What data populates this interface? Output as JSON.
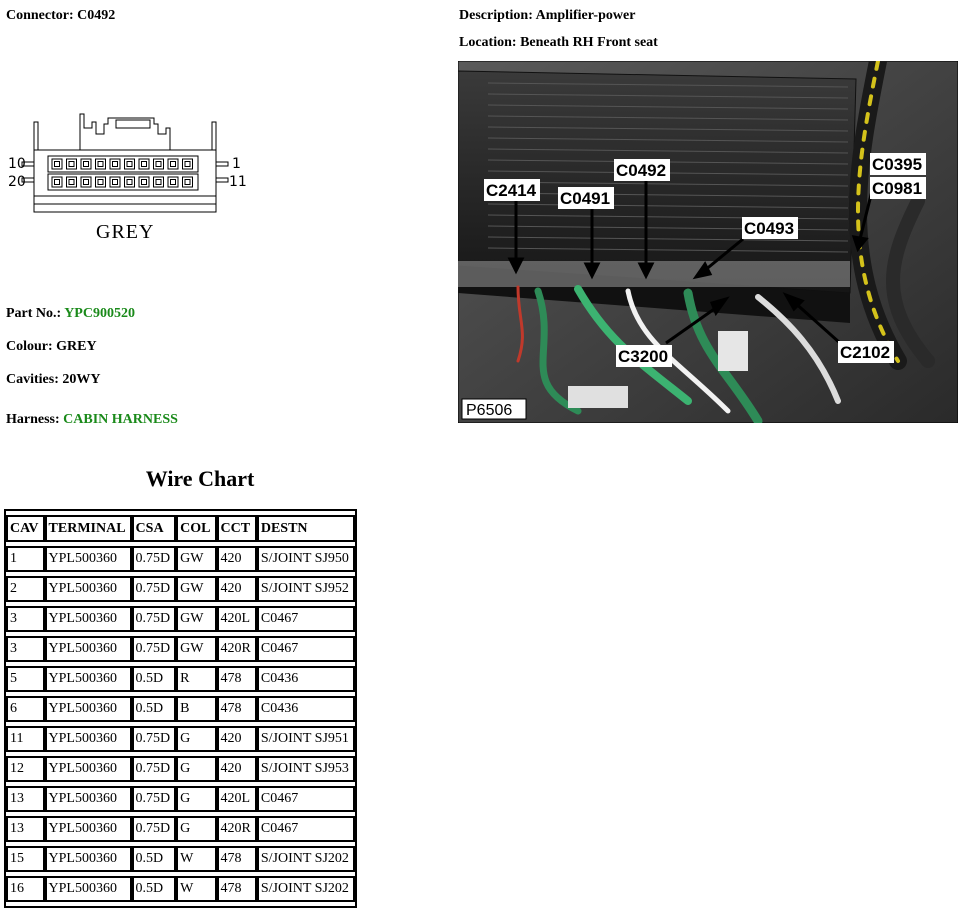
{
  "connector": {
    "label": "Connector:",
    "value": "C0492"
  },
  "description": {
    "label": "Description:",
    "value": "Amplifier-power"
  },
  "location": {
    "label": "Location:",
    "value": "Beneath RH Front seat"
  },
  "part_no": {
    "label": "Part No.:",
    "value": "YPC900520"
  },
  "colour": {
    "label": "Colour:",
    "value": "GREY"
  },
  "cavities": {
    "label": "Cavities:",
    "value": "20WY"
  },
  "harness": {
    "label": "Harness:",
    "value": "CABIN HARNESS"
  },
  "diagram": {
    "pin_top_left": "10",
    "pin_top_right": "1",
    "pin_bottom_left": "20",
    "pin_bottom_right": "11",
    "colour_caption": "GREY"
  },
  "photo": {
    "callouts": [
      "C2414",
      "C0491",
      "C0492",
      "C0493",
      "C0395",
      "C0981",
      "C3200",
      "C2102"
    ],
    "ref": "P6506"
  },
  "wire_chart": {
    "title": "Wire Chart",
    "headers": [
      "CAV",
      "TERMINAL",
      "CSA",
      "COL",
      "CCT",
      "DESTN"
    ],
    "rows": [
      [
        "1",
        "YPL500360",
        "0.75D",
        "GW",
        "420",
        "S/JOINT SJ950"
      ],
      [
        "2",
        "YPL500360",
        "0.75D",
        "GW",
        "420",
        "S/JOINT SJ952"
      ],
      [
        "3",
        "YPL500360",
        "0.75D",
        "GW",
        "420L",
        "C0467"
      ],
      [
        "3",
        "YPL500360",
        "0.75D",
        "GW",
        "420R",
        "C0467"
      ],
      [
        "5",
        "YPL500360",
        "0.5D",
        "R",
        "478",
        "C0436"
      ],
      [
        "6",
        "YPL500360",
        "0.5D",
        "B",
        "478",
        "C0436"
      ],
      [
        "11",
        "YPL500360",
        "0.75D",
        "G",
        "420",
        "S/JOINT SJ951"
      ],
      [
        "12",
        "YPL500360",
        "0.75D",
        "G",
        "420",
        "S/JOINT SJ953"
      ],
      [
        "13",
        "YPL500360",
        "0.75D",
        "G",
        "420L",
        "C0467"
      ],
      [
        "13",
        "YPL500360",
        "0.75D",
        "G",
        "420R",
        "C0467"
      ],
      [
        "15",
        "YPL500360",
        "0.5D",
        "W",
        "478",
        "S/JOINT SJ202"
      ],
      [
        "16",
        "YPL500360",
        "0.5D",
        "W",
        "478",
        "S/JOINT SJ202"
      ]
    ]
  },
  "colors": {
    "link_green": "#1a8a1a"
  }
}
